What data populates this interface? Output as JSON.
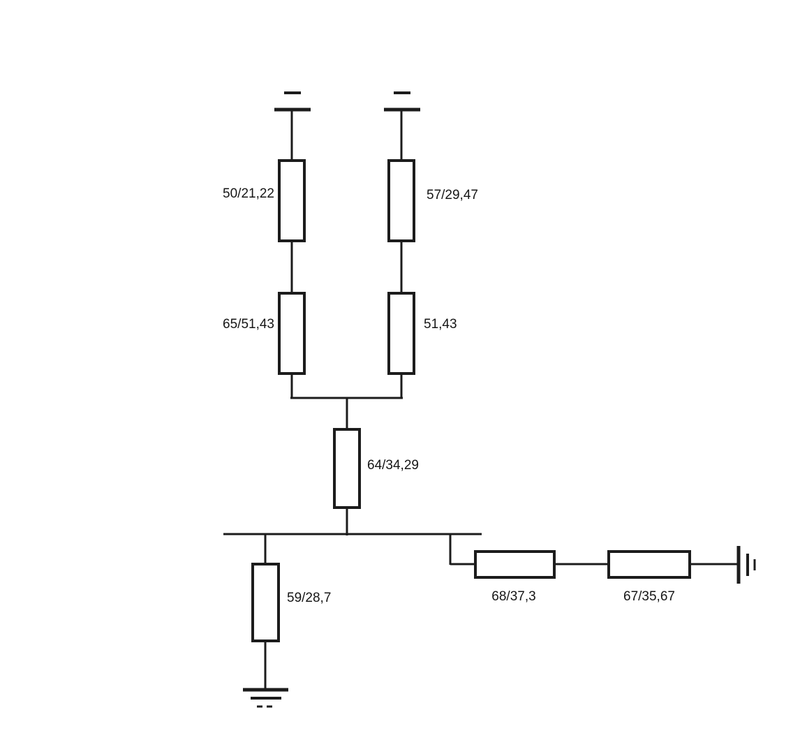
{
  "diagram": {
    "type": "circuit-schematic",
    "ink_color": "#1c1c1c",
    "background_color": "#ffffff",
    "resistors": {
      "top_left_upper": {
        "label": "50/21,22"
      },
      "top_left_lower": {
        "label": "65/51,43"
      },
      "top_right_upper": {
        "label": "57/29,47"
      },
      "top_right_lower": {
        "label": "51,43"
      },
      "middle": {
        "label": "64/34,29"
      },
      "bottom": {
        "label": "59/28,7"
      },
      "right_first": {
        "label": "68/37,3"
      },
      "right_second": {
        "label": "67/35,67"
      }
    }
  }
}
